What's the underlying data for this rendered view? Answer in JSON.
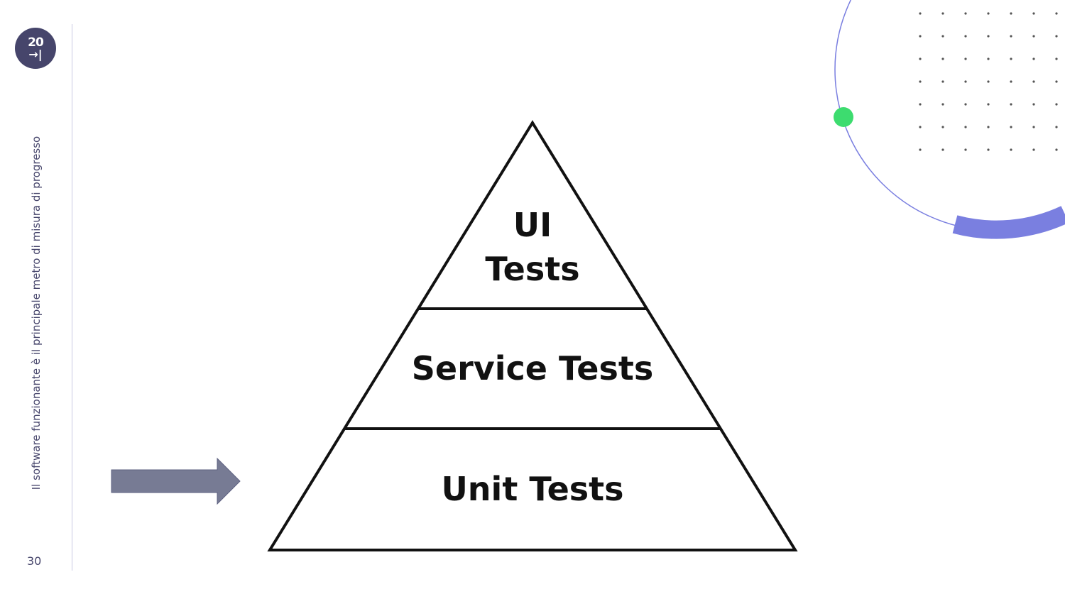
{
  "logo": {
    "number": "20",
    "arrow_glyph": "→|"
  },
  "side_caption": "Il software funzionante è il principale metro di misura di progresso",
  "page_number": "30",
  "pyramid": {
    "tiers": [
      {
        "line1": "UI",
        "line2": "Tests"
      },
      {
        "line1": "Service Tests"
      },
      {
        "line1": "Unit Tests"
      }
    ],
    "highlighted_tier": 2
  },
  "colors": {
    "brand_dark": "#46456b",
    "accent_blue": "#7a7fe0",
    "accent_green": "#3ddc6f",
    "arrow_fill": "#777b94"
  },
  "icons": {
    "pointer": "right-arrow-icon",
    "logo": "logo-icon"
  }
}
